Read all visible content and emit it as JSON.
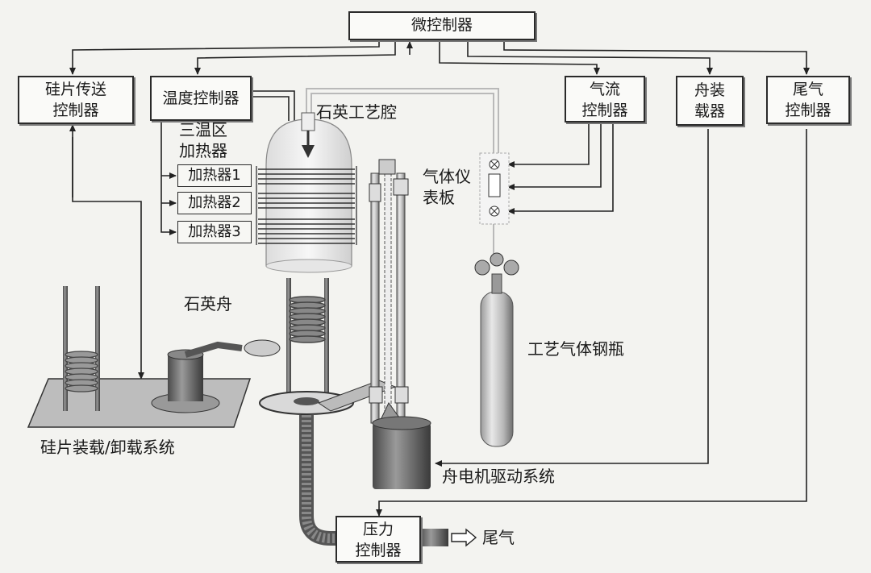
{
  "boxes": {
    "micro_controller": "微控制器",
    "wafer_transfer": "硅片传送\n控制器",
    "temp_controller": "温度控制器",
    "gas_flow": "气流\n控制器",
    "boat_loading": "舟装\n载器",
    "exhaust_controller": "尾气\n控制器",
    "pressure_controller": "压力\n控制器"
  },
  "heaters": [
    "加热器1",
    "加热器2",
    "加热器3"
  ],
  "labels": {
    "three_zone": "三温区\n加热器",
    "quartz_chamber": "石英工艺腔",
    "gas_panel": "气体仪\n表板",
    "quartz_boat": "石英舟",
    "gas_cylinder": "工艺气体钢瓶",
    "wafer_load_system": "硅片装载/卸载系统",
    "boat_motor": "舟电机驱动系统",
    "exhaust": "尾气"
  }
}
